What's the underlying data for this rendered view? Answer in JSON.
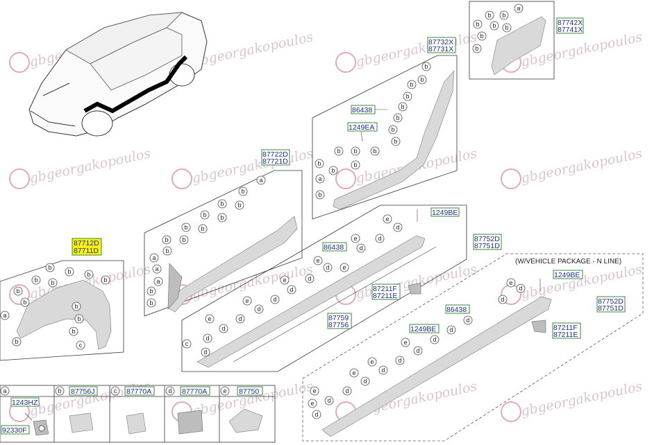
{
  "watermark": {
    "text": "gbgeorgakopoulos"
  },
  "parts": {
    "p87742": [
      "87742X",
      "87741X"
    ],
    "p87732": [
      "87732X",
      "87731X"
    ],
    "p87722": [
      "87722D",
      "87721D"
    ],
    "p87712": [
      "87712D",
      "87711D"
    ],
    "p87752a": [
      "87752D",
      "87751D"
    ],
    "p87752b": [
      "87752D",
      "87751D"
    ],
    "p86438a": "86438",
    "p86438b": "86438",
    "p86438c": "86438",
    "p1249EA": "1249EA",
    "p1249BEa": "1249BE",
    "p1249BEb": "1249BE",
    "p1249BEc": "1249BE",
    "p87211a": [
      "87211F",
      "87211E"
    ],
    "p87211b": [
      "87211F",
      "87211E"
    ],
    "p87759": [
      "87759",
      "87756"
    ]
  },
  "package_note": "(W/VEHICLE PACKAGE - N LINE)",
  "callouts": {
    "a": "a",
    "b": "b",
    "c": "c",
    "d": "d",
    "e": "e"
  },
  "legend": {
    "a": {
      "key": "a",
      "parts": [
        "1243HZ",
        "92330F"
      ]
    },
    "b": {
      "key": "b",
      "part": "87756J"
    },
    "c": {
      "key": "c",
      "part": "87770A"
    },
    "d": {
      "key": "d",
      "part": "87770A"
    },
    "e": {
      "key": "e",
      "part": "87750"
    }
  },
  "colors": {
    "part_number": "#1b2d8c",
    "highlight": "#fff200",
    "box_border": "#3a8a3a",
    "watermark": "#d9c4cf"
  }
}
